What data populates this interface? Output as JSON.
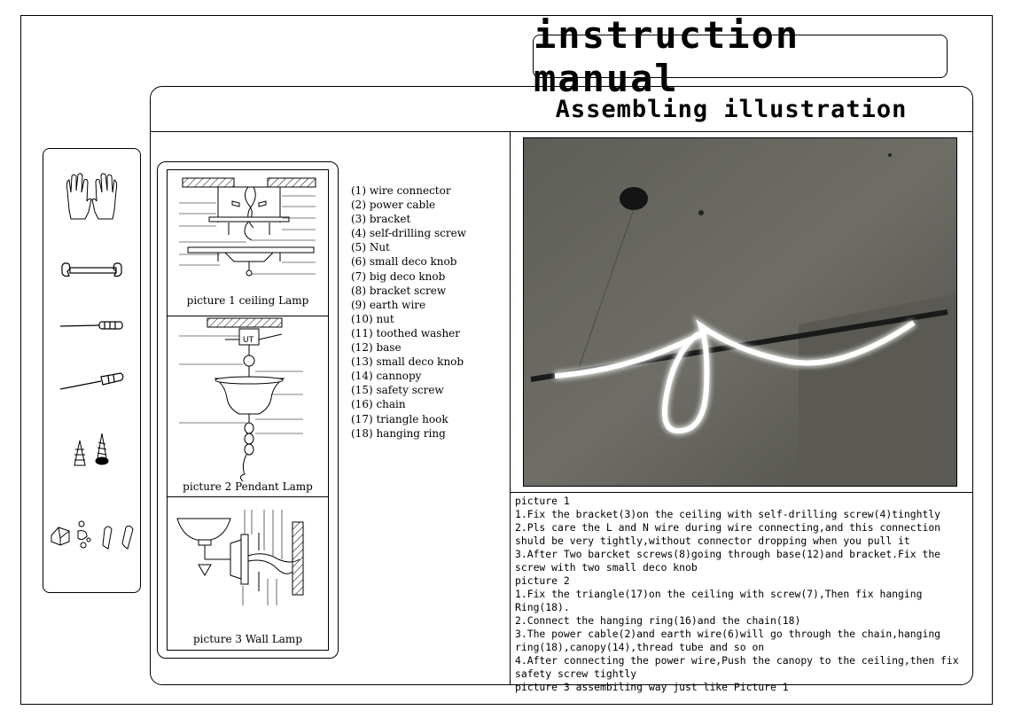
{
  "header": {
    "title": "instruction manual",
    "subtitle": "Assembling illustration"
  },
  "diagrams": {
    "captions": [
      "picture 1 ceiling Lamp",
      "picture 2 Pendant Lamp",
      "picture 3 Wall Lamp"
    ]
  },
  "parts_list": [
    "(1)  wire connector",
    "(2)  power cable",
    "(3)  bracket",
    "(4)  self-drilling screw",
    "(5)  Nut",
    "(6)  small deco knob",
    "(7)  big deco knob",
    "(8)  bracket screw",
    "(9)  earth wire",
    "(10)  nut",
    "(11)  toothed washer",
    "(12)  base",
    "(13)  small deco knob",
    "(14)  cannopy",
    "(15)  safety screw",
    "(16)  chain",
    "(17)  triangle hook",
    "(18)  hanging ring"
  ],
  "instructions": [
    "picture 1",
    "1.Fix the bracket(3)on the ceiling with self-drilling screw(4)tinghtly",
    "2.Pls care the L and N wire during wire connecting,and this connection shuld be very tightly,without connector dropping when you pull it",
    "3.After Two barcket screws(8)going through base(12)and bracket.Fix the screw with two small deco knob",
    "picture 2",
    "1.Fix the triangle(17)on the ceiling with screw(7),Then fix hanging Ring(18).",
    "2.Connect the hanging ring(16)and the chain(18)",
    "3.The power cable(2)and earth wire(6)will go through the chain,hanging ring(18),canopy(14),thread tube and so on",
    "4.After connecting the power wire,Push the canopy to the ceiling,then fix safety screw tightly",
    "picture 3 assembiling way just like Picture 1"
  ],
  "tools": [
    "gloves-icon",
    "wrench-icon",
    "screwdriver-phillips-icon",
    "screwdriver-flat-icon",
    "screws-anchors-icon",
    "hardware-kit-icon"
  ]
}
